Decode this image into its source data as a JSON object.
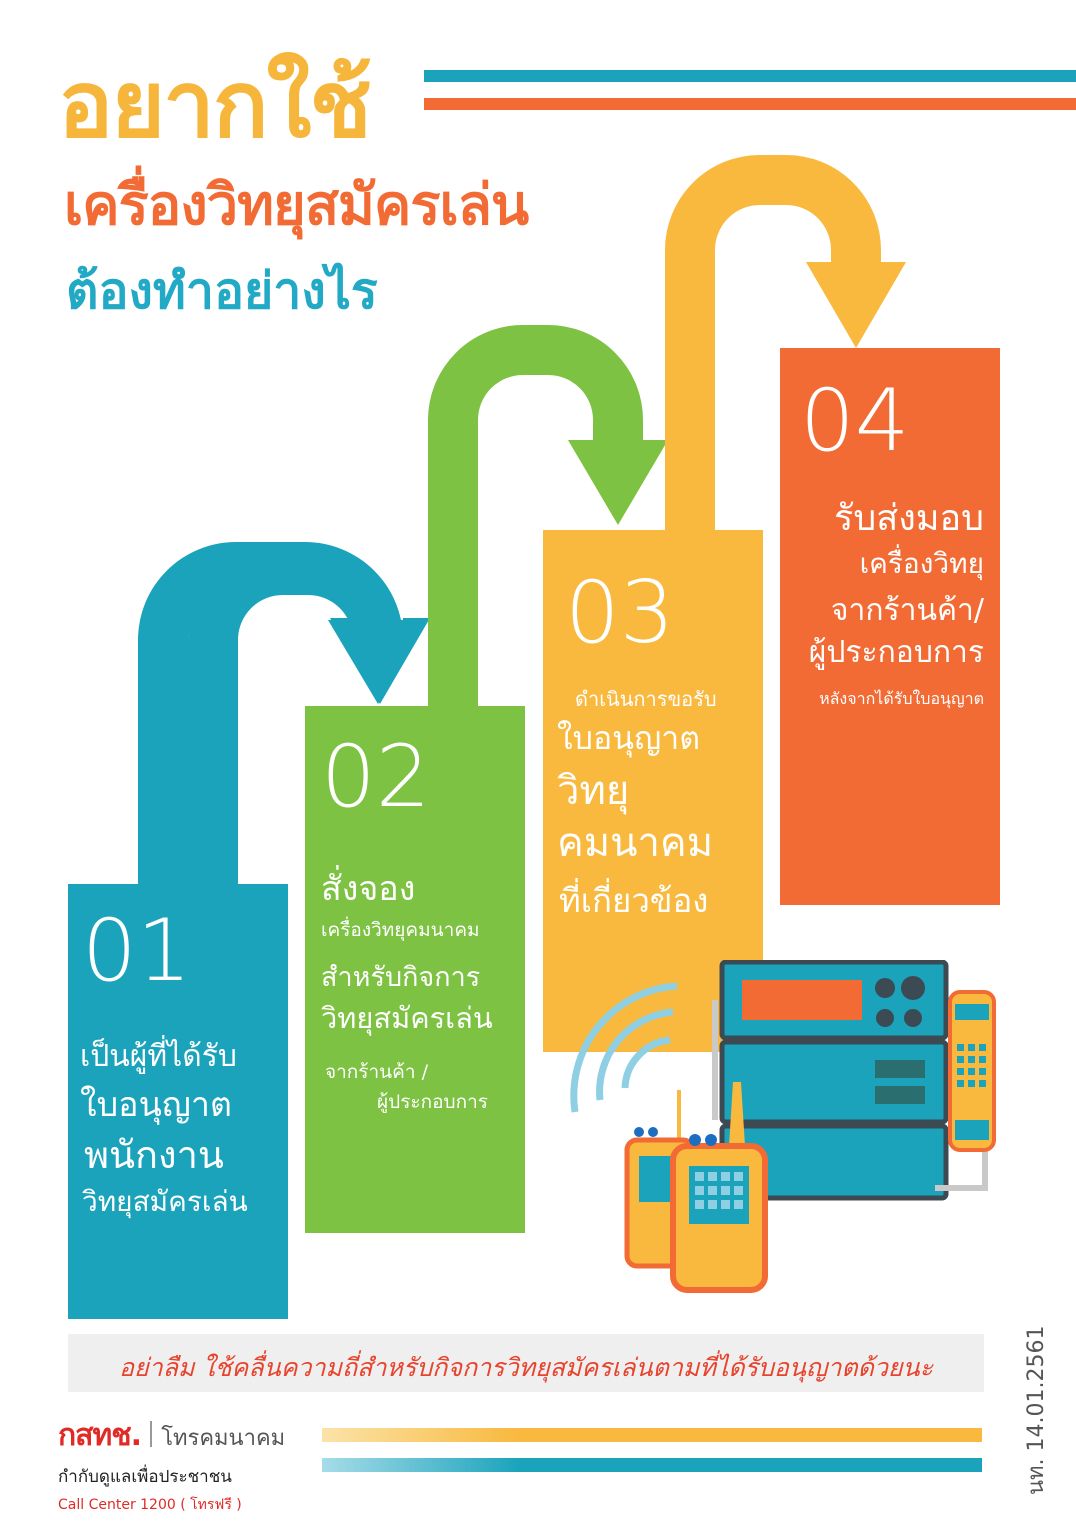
{
  "header": {
    "title_line1": "อยากใช้",
    "title_line2": "เครื่องวิทยุสมัครเล่น",
    "title_line3": "ต้องทำอย่างไร"
  },
  "colors": {
    "teal": "#1BA3BC",
    "green": "#7DC242",
    "yellow": "#F8B93E",
    "orange": "#F26B34"
  },
  "steps": [
    {
      "number": "01",
      "lines": [
        "เป็นผู้ที่ได้รับ",
        "ใบอนุญาต",
        "พนักงาน",
        "วิทยุสมัครเล่น"
      ]
    },
    {
      "number": "02",
      "heading": "สั่งจอง",
      "sub": "เครื่องวิทยุคมนาคม",
      "line3": "สำหรับกิจการ",
      "line4": "วิทยุสมัครเล่น",
      "note1": "จากร้านค้า /",
      "note2": "ผู้ประกอบการ"
    },
    {
      "number": "03",
      "small": "ดำเนินการขอรับ",
      "line2": "ใบอนุญาต",
      "line3": "วิทยุ",
      "line4": "คมนาคม",
      "line5": "ที่เกี่ยวข้อง"
    },
    {
      "number": "04",
      "line1": "รับส่งมอบ",
      "line2": "เครื่องวิทยุ",
      "line3": "จากร้านค้า/",
      "line4": "ผู้ประกอบการ",
      "note": "หลังจากได้รับใบอนุญาต"
    }
  ],
  "illustration": {
    "icon": "radio-equipment-icon"
  },
  "reminder": "อย่าลืม  ใช้คลื่นความถี่สำหรับกิจการวิทยุสมัครเล่นตามที่ได้รับอนุญาตด้วยนะ",
  "footer": {
    "logo_text": "กสทช.",
    "logo_sub": "โทรคมนาคม",
    "tagline": "กำกับดูแลเพื่อประชาชน",
    "call_center": "Call Center 1200 ( โทรฟรี )",
    "version": "นท. 14.01.2561"
  }
}
